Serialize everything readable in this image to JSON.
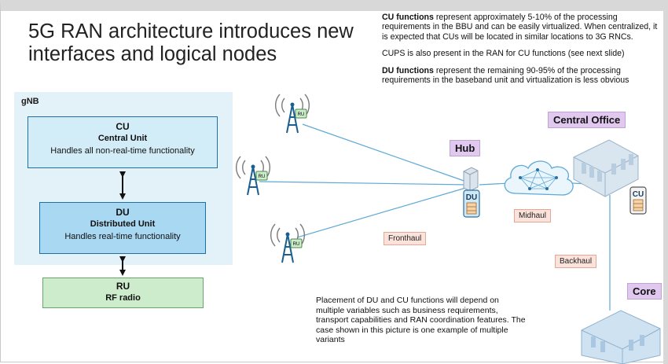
{
  "title": "5G RAN architecture introduces new interfaces and logical nodes",
  "notes": {
    "cu_bold": "CU functions",
    "cu_text": " represent approximately 5-10% of the processing requirements in the BBU and can be easily virtualized. When centralized, it is expected that CUs will be located in similar locations to 3G RNCs.",
    "cups": "CUPS is also present in the RAN for CU functions (see next slide)",
    "du_bold": "DU functions",
    "du_text": " represent the remaining 90-95% of the processing requirements in the baseband unit and virtualization is less obvious"
  },
  "gnb": {
    "label": "gNB",
    "cu": {
      "abbr": "CU",
      "name": "Central Unit",
      "desc": "Handles all non-real-time functionality"
    },
    "du": {
      "abbr": "DU",
      "name": "Distributed Unit",
      "desc": "Handles real-time functionality"
    },
    "ru": {
      "abbr": "RU",
      "name": "RF radio"
    }
  },
  "network": {
    "hub": "Hub",
    "central_office": "Central Office",
    "core": "Core",
    "fronthaul": "Fronthaul",
    "midhaul": "Midhaul",
    "backhaul": "Backhaul",
    "ru_tag": "RU",
    "du_tag": "DU",
    "cu_tag": "CU"
  },
  "placement_note": "Placement of DU and CU functions will depend on multiple variables such as business requirements, transport capabilities and RAN coordination features. The case shown in this picture is one example of multiple variants",
  "colors": {
    "gnb_bg": "#e3f1f8",
    "cu_fill": "#d2ecf8",
    "du_fill": "#a8d8f2",
    "ru_fill": "#cdeccb",
    "tag_fill": "#e0c8ef",
    "link_label_fill": "#fbe3dc",
    "link_line": "#5ea9d6"
  }
}
